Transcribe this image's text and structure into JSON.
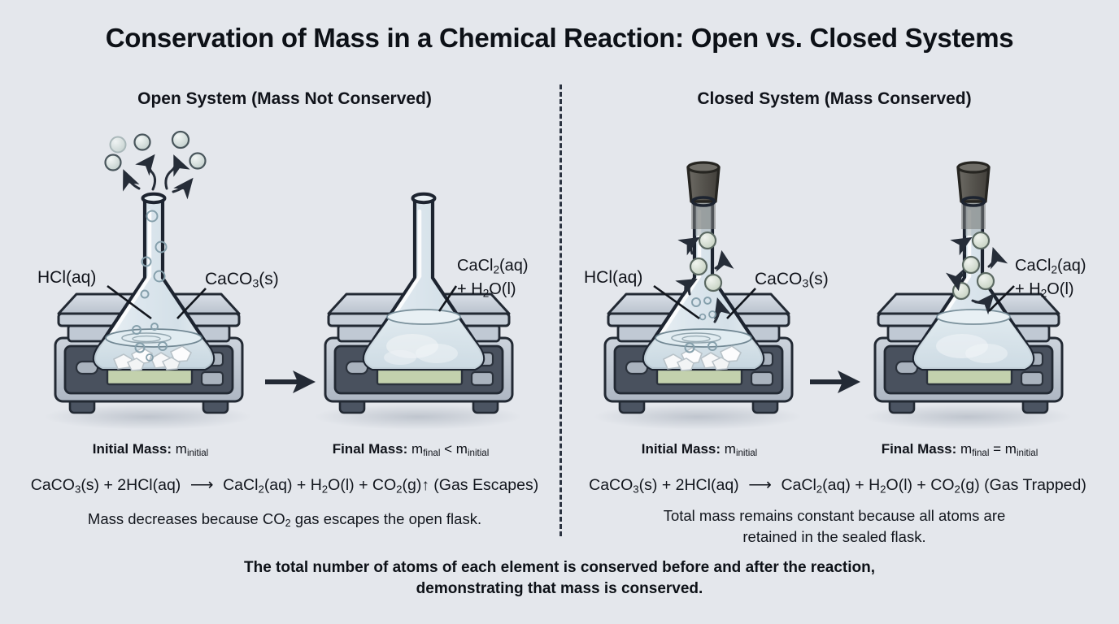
{
  "title": "Conservation of Mass in a Chemical Reaction: Open vs. Closed Systems",
  "panels": {
    "open": {
      "title": "Open System (Mass Not Conserved)",
      "initial": {
        "mass_label_bold": "Initial Mass:",
        "mass_label_value": "m",
        "mass_label_sub": "initial",
        "reactant_acid": "HCl(aq)",
        "reactant_solid": "CaCO",
        "reactant_solid_sub": "3",
        "reactant_solid_tail": "(s)"
      },
      "final": {
        "mass_label_bold": "Final Mass:",
        "mass_label_value": "m",
        "mass_label_sub": "final",
        "mass_label_relation": "<",
        "mass_label_value2": "m",
        "mass_label_sub2": "initial",
        "product_line1_a": "CaCl",
        "product_line1_sub": "2",
        "product_line1_b": "(aq)",
        "product_line2_a": "+ H",
        "product_line2_sub": "2",
        "product_line2_b": "O(l)"
      },
      "equation": {
        "reactant_a": "CaCO",
        "reactant_a_sub": "3",
        "reactant_a_tail": "(s) + 2HCl(aq)",
        "arrow": "⟶",
        "product_a": "CaCl",
        "product_a_sub": "2",
        "product_a_tail": "(aq) + H",
        "product_b_sub": "2",
        "product_b_tail": "O(l) + CO",
        "product_c_sub": "2",
        "product_c_tail": "(g)",
        "escape_arrow": "↑",
        "annotation": "(Gas Escapes)"
      },
      "note_a": "Mass decreases because CO",
      "note_sub": "2",
      "note_b": " gas escapes the open flask."
    },
    "closed": {
      "title": "Closed System (Mass Conserved)",
      "initial": {
        "mass_label_bold": "Initial Mass:",
        "mass_label_value": "m",
        "mass_label_sub": "initial",
        "reactant_acid": "HCl(aq)",
        "reactant_solid": "CaCO",
        "reactant_solid_sub": "3",
        "reactant_solid_tail": "(s)"
      },
      "final": {
        "mass_label_bold": "Final Mass:",
        "mass_label_value": "m",
        "mass_label_sub": "final",
        "mass_label_relation": "=",
        "mass_label_value2": "m",
        "mass_label_sub2": "initial",
        "product_line1_a": "CaCl",
        "product_line1_sub": "2",
        "product_line1_b": "(aq)",
        "product_line2_a": "+ H",
        "product_line2_sub": "2",
        "product_line2_b": "O(l)"
      },
      "equation": {
        "reactant_a": "CaCO",
        "reactant_a_sub": "3",
        "reactant_a_tail": "(s) + 2HCl(aq)",
        "arrow": "⟶",
        "product_a": "CaCl",
        "product_a_sub": "2",
        "product_a_tail": "(aq) + H",
        "product_b_sub": "2",
        "product_b_tail": "O(l) + CO",
        "product_c_sub": "2",
        "product_c_tail": "(g)",
        "annotation": "(Gas Trapped)"
      },
      "note_line1": "Total mass remains constant because all atoms are",
      "note_line2": "retained in the sealed flask."
    }
  },
  "footer": {
    "line1": "The total number of atoms of each element is conserved before and after the reaction,",
    "line2": "demonstrating that mass is conserved."
  },
  "colors": {
    "background": "#e4e7ec",
    "ink": "#10131a",
    "glass_outline": "#1d2430",
    "glass_fill": "#dfe8ee",
    "liquid": "#cfdde6",
    "scale_body": "#c5ccd6",
    "scale_panel": "#454d5a",
    "scale_display": "#c3d1ad",
    "stopper": "#5c5a55",
    "bubble": "#ccd7d4",
    "solid_chunk": "#f5f6f7"
  }
}
